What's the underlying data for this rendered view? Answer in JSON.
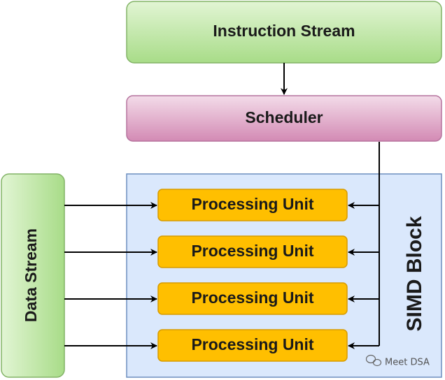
{
  "diagram": {
    "instruction_stream": {
      "label": "Instruction Stream"
    },
    "scheduler": {
      "label": "Scheduler"
    },
    "data_stream": {
      "label": "Data Stream"
    },
    "simd_block": {
      "label": "SIMD Block"
    },
    "processing_units": [
      {
        "label": "Processing Unit"
      },
      {
        "label": "Processing Unit"
      },
      {
        "label": "Processing Unit"
      },
      {
        "label": "Processing Unit"
      }
    ]
  },
  "watermark": {
    "text": "Meet DSA",
    "icon": "wechat-icon"
  },
  "colors": {
    "green_fill_top": "#e2f5d4",
    "green_fill_bottom": "#a8dc88",
    "green_stroke": "#82b366",
    "pink_fill_top": "#f3dce9",
    "pink_fill_bottom": "#d38ab4",
    "pink_stroke": "#b5739d",
    "orange_fill": "#ffbf00",
    "orange_stroke": "#d79b00",
    "blue_fill": "#dae8fc",
    "blue_stroke": "#6c8ebf"
  }
}
